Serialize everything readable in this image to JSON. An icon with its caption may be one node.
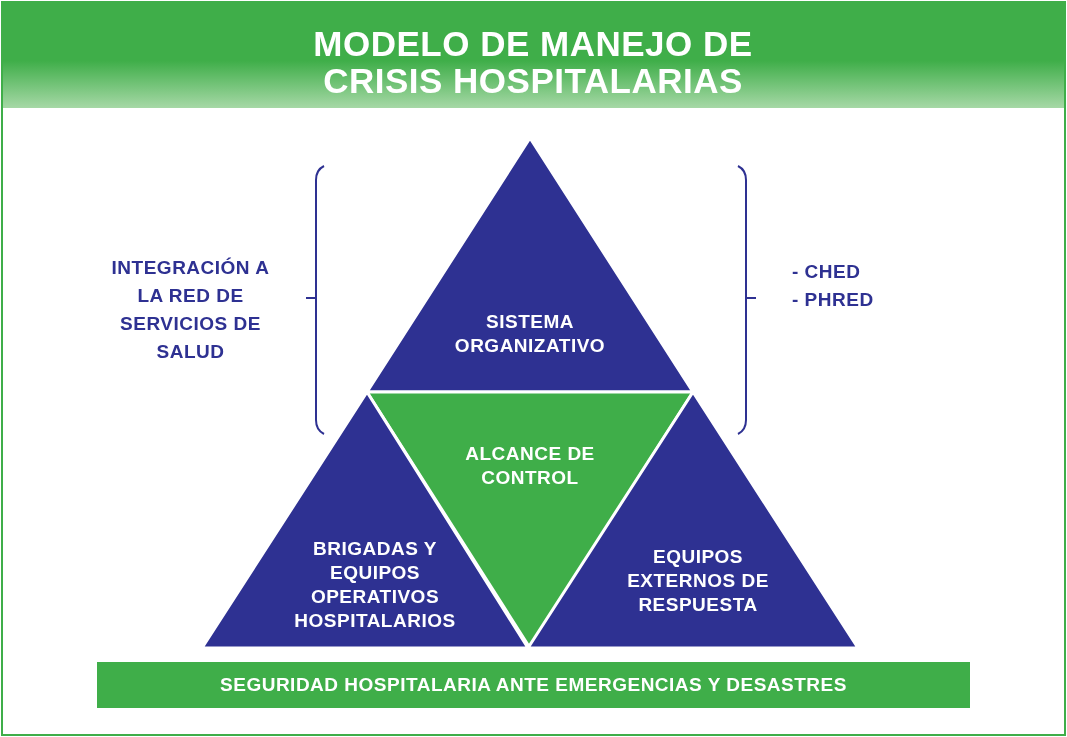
{
  "diagram": {
    "title": "MODELO DE MANEJO DE CRISIS HOSPITALARIAS",
    "nodes": [
      {
        "text": [
          "SISTEMA ORGANIZATIVO"
        ]
      },
      {
        "text": [
          "ALCANCE DE CONTROL"
        ]
      },
      {
        "text": [
          "BRIGADAS Y EQUIPOS OPERATIVOS HOSPITALARIOS"
        ]
      },
      {
        "text": [
          "EQUIPOS EXTERNOS DE RESPUESTA"
        ]
      },
      {
        "text": [
          "SEGURIDAD HOSPITALARIA ANTE EMERGENCIAS Y DESASTRES"
        ]
      }
    ],
    "labels": [
      "INTEGRACIÓN A LA RED DE SERVICIOS DE SALUD",
      "- CHED",
      "- PHRED"
    ]
  }
}
